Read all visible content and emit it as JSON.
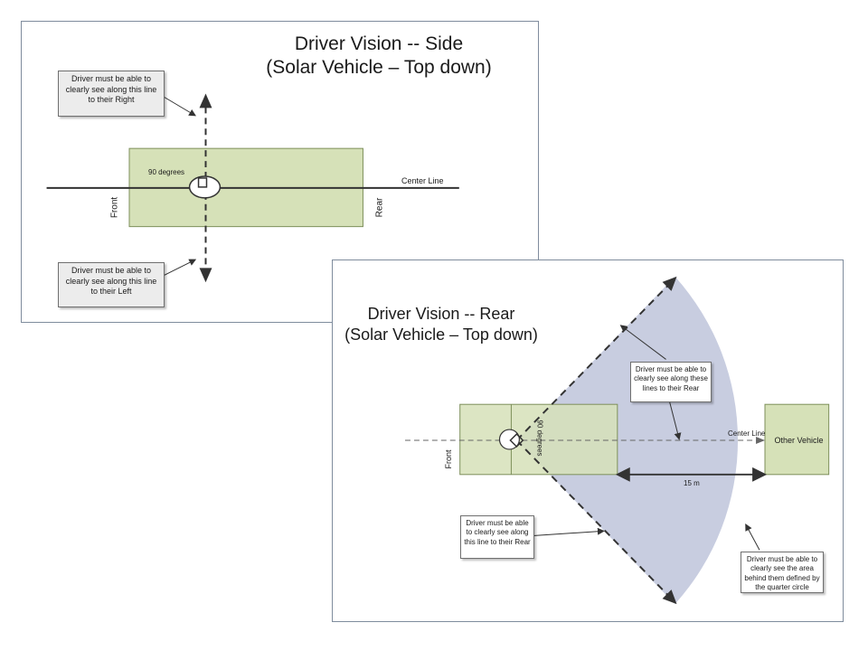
{
  "side_panel": {
    "title_line1": "Driver Vision -- Side",
    "title_line2": "(Solar Vehicle – Top down)",
    "callout_right": "Driver must be able to clearly see along this line to their Right",
    "callout_left": "Driver must be able to clearly see along this line to their Left",
    "angle_label": "90 degrees",
    "center_line_label": "Center Line",
    "front_label": "Front",
    "rear_label": "Rear"
  },
  "rear_panel": {
    "title_line1": "Driver Vision -- Rear",
    "title_line2": "(Solar Vehicle – Top down)",
    "callout_lines_rear": "Driver must be able to clearly see along these lines to their Rear",
    "callout_line_rear": "Driver must be able to clearly see along this line to their Rear",
    "callout_quarter_circle": "Driver must be able to clearly see the area behind them defined by the quarter circle",
    "angle_label": "90 degrees",
    "center_line_label": "Center Line",
    "front_label": "Front",
    "other_vehicle_label": "Other Vehicle",
    "distance_label": "15 m"
  },
  "colors": {
    "vehicle_fill": "#d6e1b8",
    "vehicle_stroke": "#7d8f5a",
    "vision_area": "#c8cde0"
  }
}
